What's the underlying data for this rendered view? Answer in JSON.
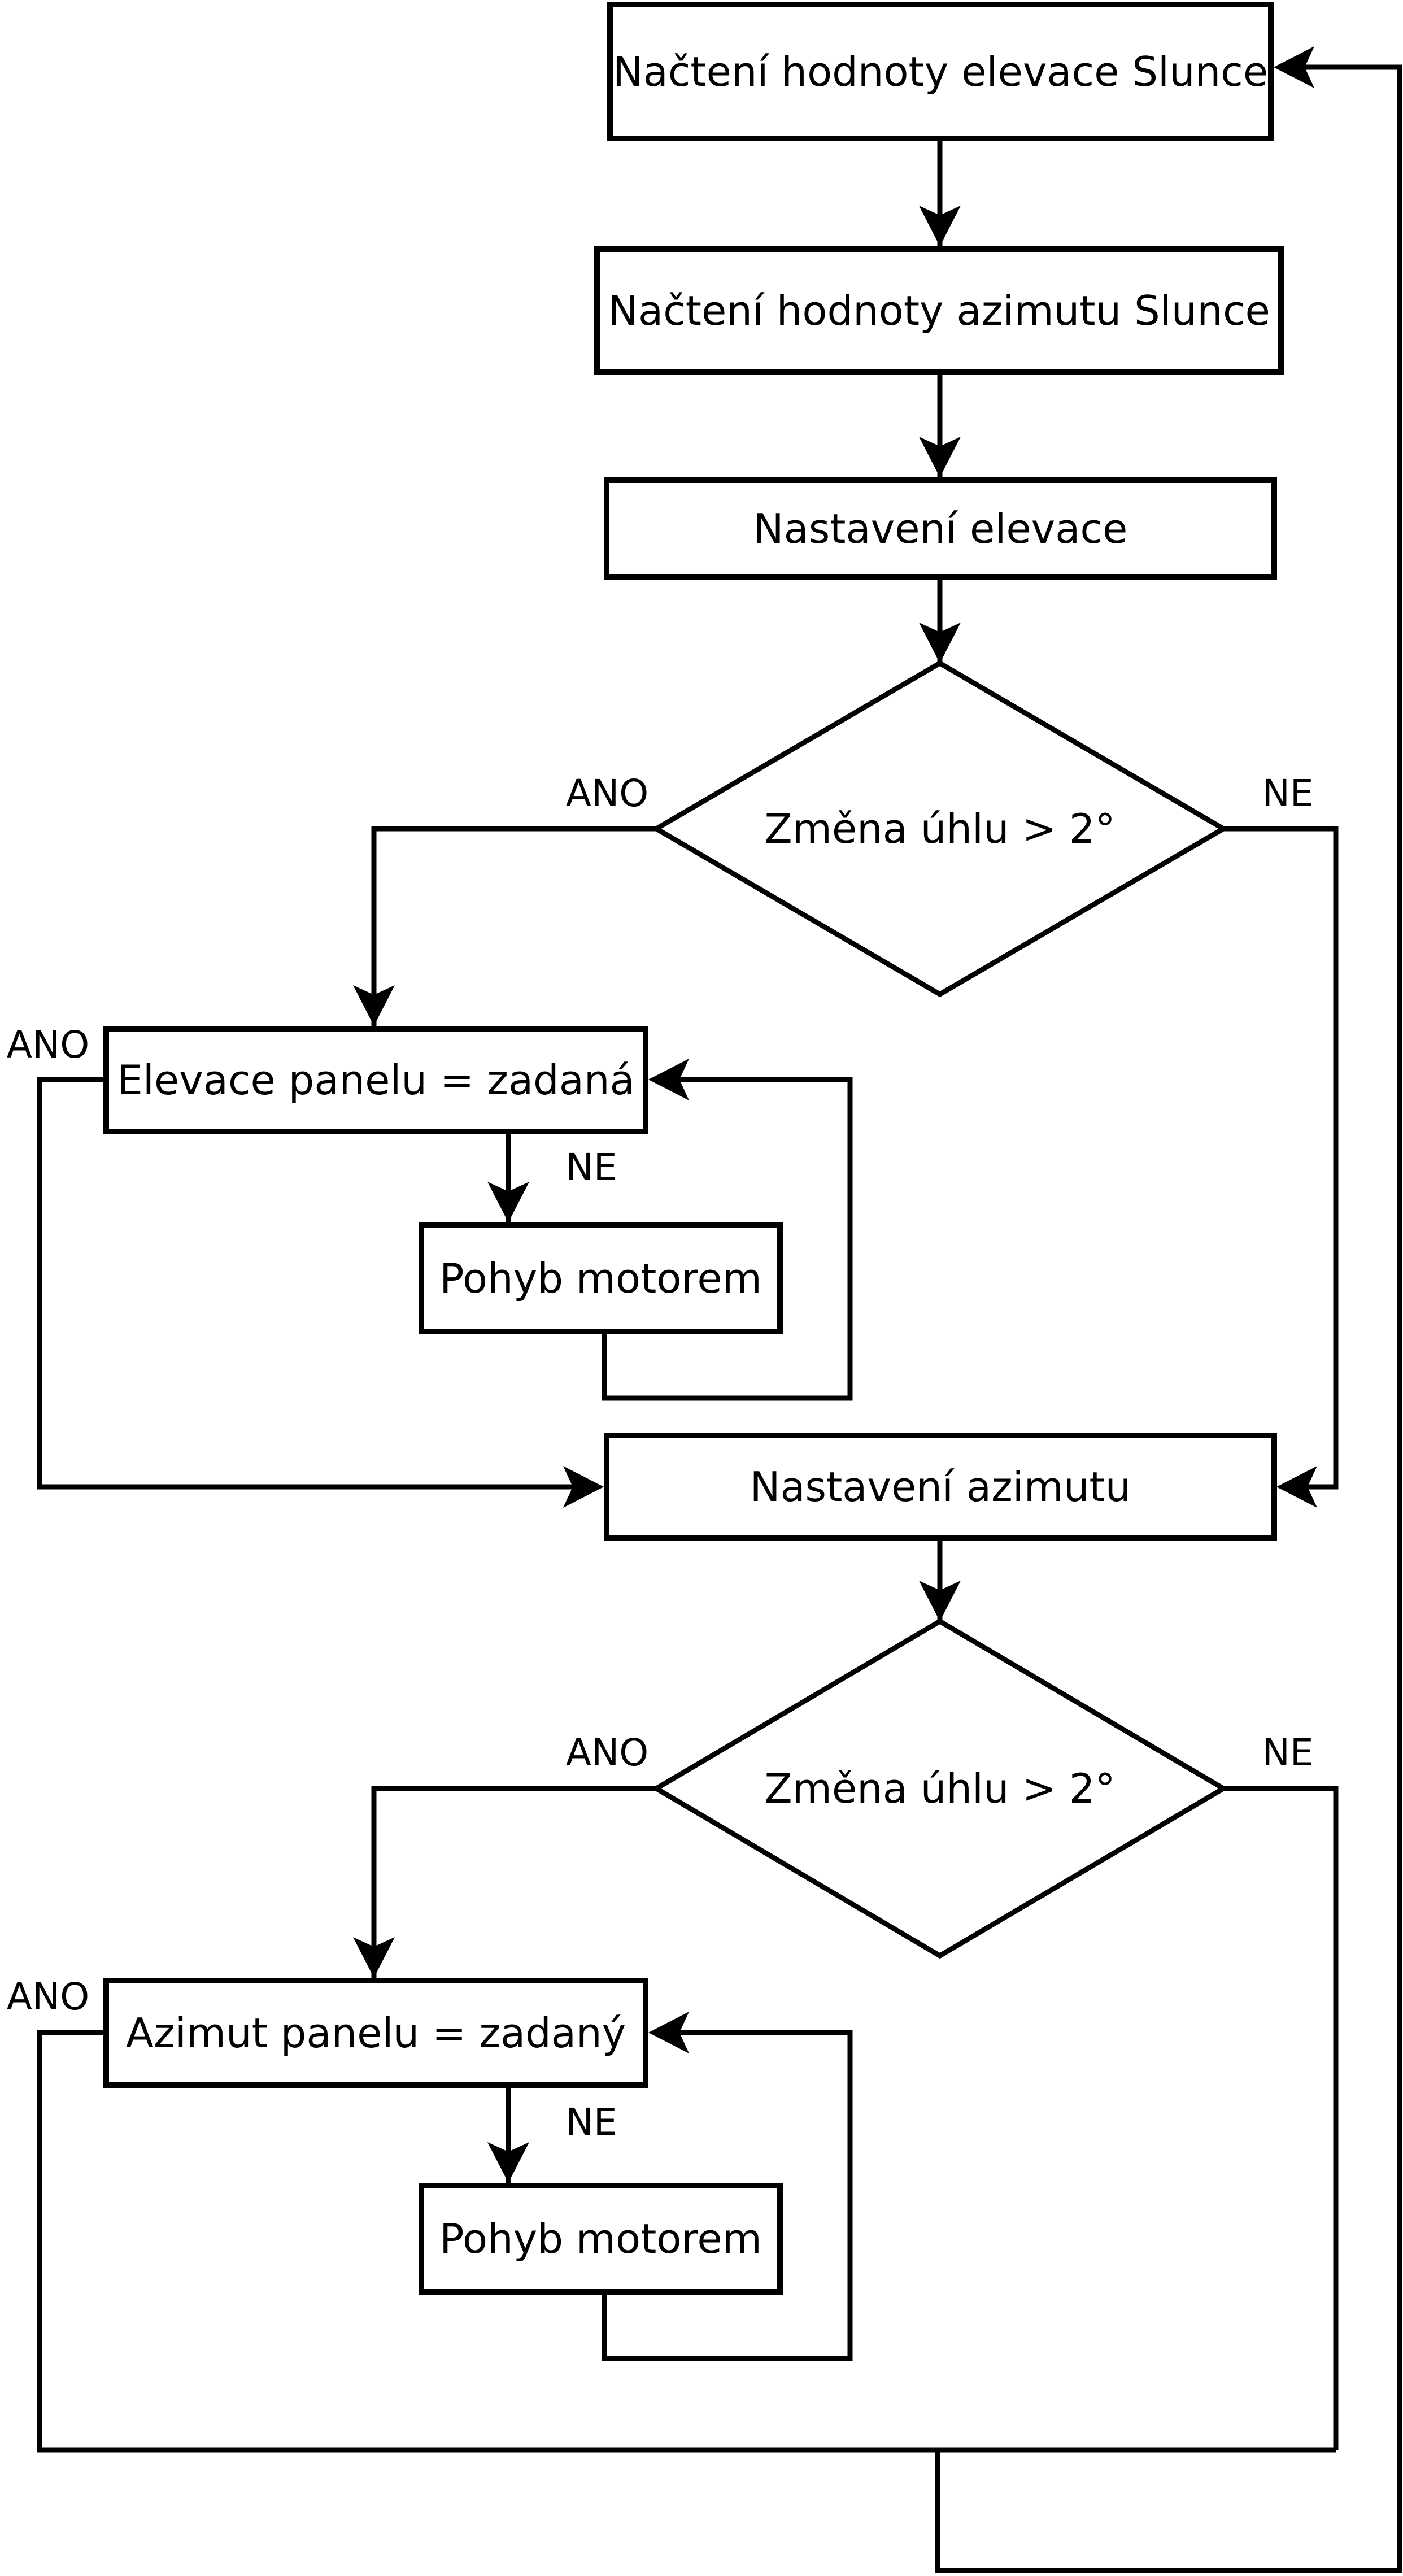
{
  "diagram": {
    "type": "flowchart",
    "language": "cs",
    "colors": {
      "stroke": "#000000",
      "fill": "#ffffff",
      "text": "#000000"
    },
    "nodes": {
      "read_elevation": {
        "label": "Načtení hodnoty elevace Slunce",
        "shape": "process"
      },
      "read_azimuth": {
        "label": "Načtení hodnoty azimutu Slunce",
        "shape": "process"
      },
      "set_elevation": {
        "label": "Nastavení elevace",
        "shape": "process"
      },
      "elevation_decision": {
        "label": "Změna úhlu > 2°",
        "shape": "decision"
      },
      "elevation_equal": {
        "label": "Elevace panelu = zadaná",
        "shape": "process"
      },
      "elevation_motor": {
        "label": "Pohyb motorem",
        "shape": "process"
      },
      "set_azimuth": {
        "label": "Nastavení azimutu",
        "shape": "process"
      },
      "azimuth_decision": {
        "label": "Změna úhlu > 2°",
        "shape": "decision"
      },
      "azimuth_equal": {
        "label": "Azimut panelu = zadaný",
        "shape": "process"
      },
      "azimuth_motor": {
        "label": "Pohyb motorem",
        "shape": "process"
      }
    },
    "edge_labels": {
      "elevation_decision_yes": "ANO",
      "elevation_decision_no": "NE",
      "elevation_equal_yes": "ANO",
      "elevation_equal_no": "NE",
      "azimuth_decision_yes": "ANO",
      "azimuth_decision_no": "NE",
      "azimuth_equal_yes": "ANO",
      "azimuth_equal_no": "NE"
    }
  }
}
